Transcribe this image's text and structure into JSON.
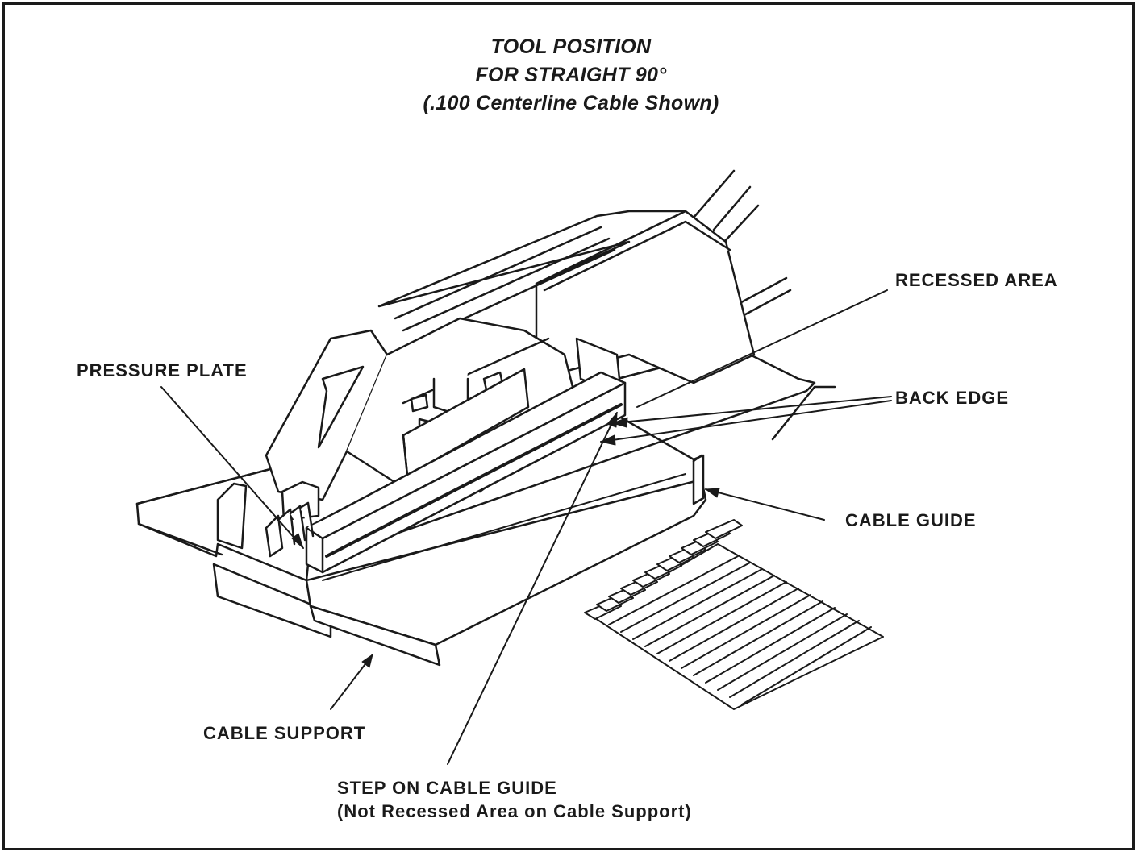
{
  "figure": {
    "title_line1": "TOOL POSITION",
    "title_line2": "FOR STRAIGHT 90°",
    "title_line3": "(.100 Centerline Cable Shown)"
  },
  "labels": {
    "recessed_area": "RECESSED AREA",
    "pressure_plate": "PRESSURE PLATE",
    "back_edge": "BACK EDGE",
    "cable_guide": "CABLE GUIDE",
    "cable_support": "CABLE SUPPORT",
    "step_line1": "STEP ON CABLE GUIDE",
    "step_line2": "(Not Recessed Area on Cable Support)"
  },
  "colors": {
    "ink": "#1a1a1a",
    "paper": "#ffffff"
  }
}
